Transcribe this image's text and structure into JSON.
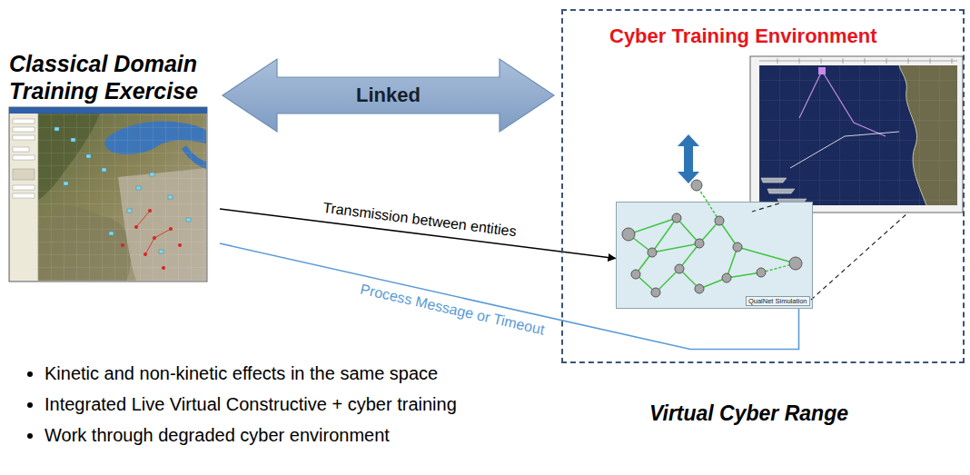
{
  "diagram": {
    "nodes": [
      {
        "text": [
          "Classical Domain Training Exercise"
        ]
      },
      {
        "text": [
          "Cyber Training Environment",
          "Virtual Cyber Range"
        ]
      },
      {
        "text": [
          "QualNet Simulation"
        ],
        "in": 1
      }
    ],
    "edges": [
      {
        "from": 0,
        "to": 1,
        "label": "Linked",
        "arrow": "both"
      },
      {
        "from": 0,
        "to": 2,
        "label": "Transmission between entities",
        "arrow": "to"
      },
      {
        "from": 2,
        "to": 0,
        "label": "Process Message or Timeout",
        "arrow": "none"
      }
    ],
    "labels": [
      "Kinetic and non-kinetic effects in the same space",
      "Integrated Live Virtual Constructive + cyber training",
      "Work through degraded cyber environment"
    ]
  }
}
